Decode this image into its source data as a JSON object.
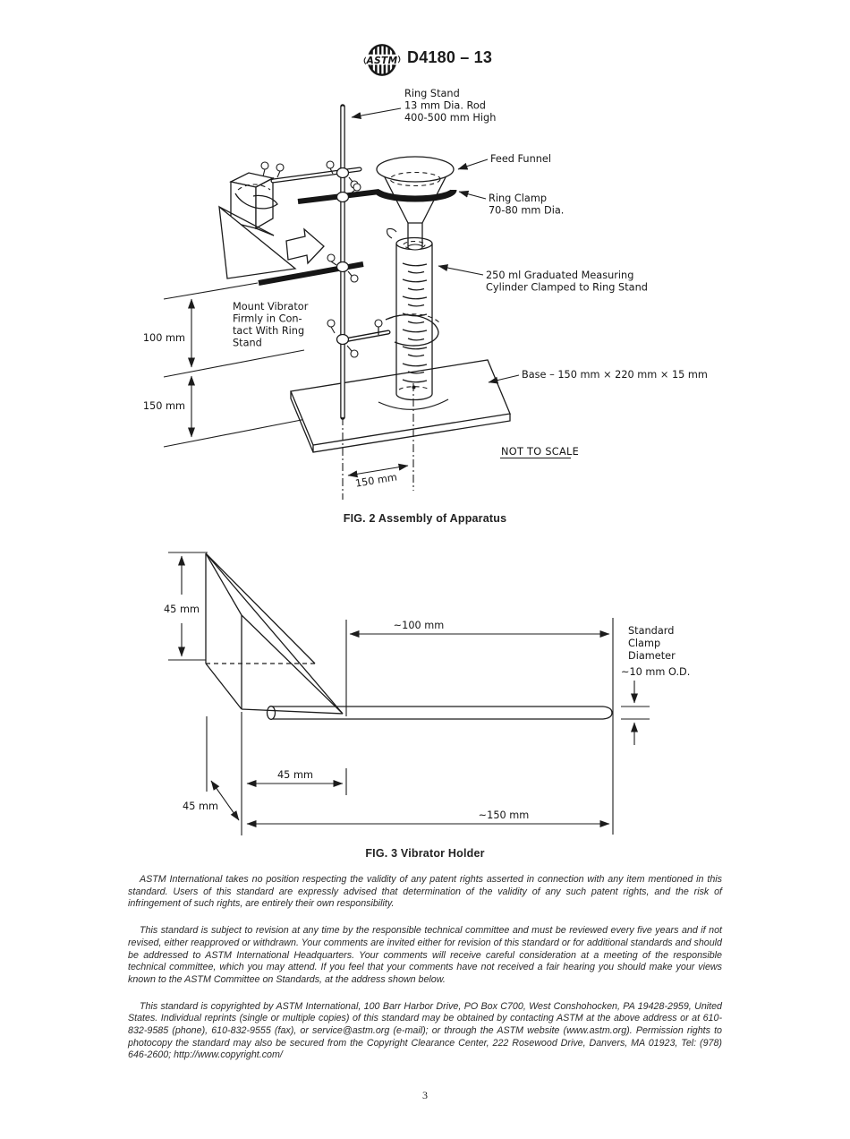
{
  "header": {
    "logo_text": "ASTM",
    "title": "D4180 – 13"
  },
  "fig2": {
    "labels": {
      "ring_stand": [
        "Ring Stand",
        "13 mm Dia. Rod",
        "400-500 mm High"
      ],
      "feed_funnel": "Feed Funnel",
      "ring_clamp": [
        "Ring Clamp",
        "70-80 mm Dia."
      ],
      "cylinder": [
        "250 ml Graduated Measuring",
        "Cylinder Clamped to Ring Stand"
      ],
      "mount_vibrator": [
        "Mount Vibrator",
        "Firmly in Con-",
        "tact With Ring",
        "Stand"
      ],
      "base": "Base – 150 mm × 220 mm × 15 mm",
      "dim_100": "100 mm",
      "dim_150_left": "150 mm",
      "dim_150_bottom": "150 mm",
      "not_to_scale": "NOT TO SCALE"
    },
    "caption": "FIG. 2 Assembly of Apparatus"
  },
  "fig3": {
    "labels": {
      "dim_45_left": "45 mm",
      "dim_100": "~100 mm",
      "clamp": [
        "Standard",
        "Clamp",
        "Diameter"
      ],
      "od": "~10 mm O.D.",
      "dim_45_mid": "45 mm",
      "dim_45_diag": "45 mm",
      "dim_150": "~150 mm"
    },
    "caption": "FIG. 3 Vibrator Holder"
  },
  "footer": {
    "paragraphs": [
      "ASTM International takes no position respecting the validity of any patent rights asserted in connection with any item mentioned in this standard. Users of this standard are expressly advised that determination of the validity of any such patent rights, and the risk of infringement of such rights, are entirely their own responsibility.",
      "This standard is subject to revision at any time by the responsible technical committee and must be reviewed every five years and if not revised, either reapproved or withdrawn. Your comments are invited either for revision of this standard or for additional standards and should be addressed to ASTM International Headquarters. Your comments will receive careful consideration at a meeting of the responsible technical committee, which you may attend. If you feel that your comments have not received a fair hearing you should make your views known to the ASTM Committee on Standards, at the address shown below.",
      "This standard is copyrighted by ASTM International, 100 Barr Harbor Drive, PO Box C700, West Conshohocken, PA 19428-2959, United States. Individual reprints (single or multiple copies) of this standard may be obtained by contacting ASTM at the above address or at 610-832-9585 (phone), 610-832-9555 (fax), or service@astm.org (e-mail); or through the ASTM website (www.astm.org). Permission rights to photocopy the standard may also be secured from the Copyright Clearance Center, 222 Rosewood Drive, Danvers, MA 01923, Tel: (978) 646-2600; http://www.copyright.com/"
    ]
  },
  "page_number": "3"
}
